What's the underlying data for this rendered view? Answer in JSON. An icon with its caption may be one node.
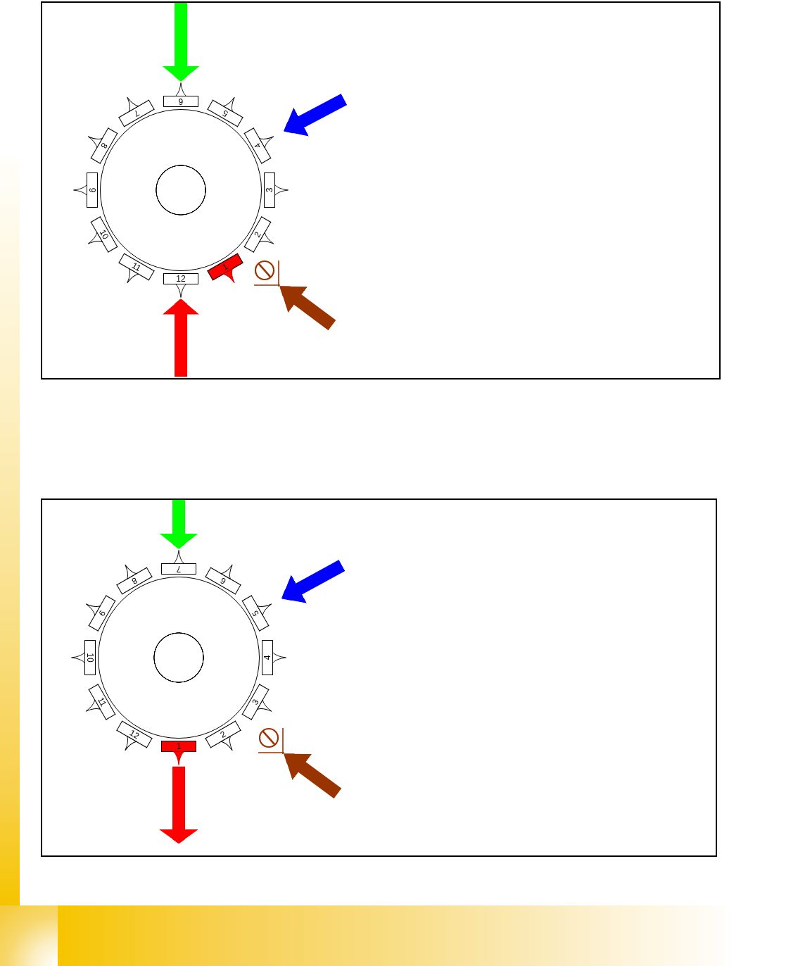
{
  "diagram": {
    "nodes": [
      {
        "text": [],
        "shape": "box"
      },
      {
        "text": [
          "1"
        ],
        "in": 0
      },
      {
        "text": [
          "2"
        ],
        "in": 0
      },
      {
        "text": [
          "3"
        ],
        "in": 0
      },
      {
        "text": [
          "4"
        ],
        "in": 0
      },
      {
        "text": [
          "5"
        ],
        "in": 0
      },
      {
        "text": [
          "6"
        ],
        "in": 0
      },
      {
        "text": [
          "7"
        ],
        "in": 0
      },
      {
        "text": [
          "8"
        ],
        "in": 0
      },
      {
        "text": [
          "9"
        ],
        "in": 0
      },
      {
        "text": [
          "10"
        ],
        "in": 0
      },
      {
        "text": [
          "11"
        ],
        "in": 0
      },
      {
        "text": [
          "12"
        ],
        "in": 0
      },
      {
        "text": [],
        "shape": "picture",
        "in": 0
      },
      {
        "text": [],
        "shape": "box"
      },
      {
        "text": [
          "1"
        ],
        "in": 14
      },
      {
        "text": [
          "2"
        ],
        "in": 14
      },
      {
        "text": [
          "3"
        ],
        "in": 14
      },
      {
        "text": [
          "4"
        ],
        "in": 14
      },
      {
        "text": [
          "5"
        ],
        "in": 14
      },
      {
        "text": [
          "6"
        ],
        "in": 14
      },
      {
        "text": [
          "7"
        ],
        "in": 14
      },
      {
        "text": [
          "8"
        ],
        "in": 14
      },
      {
        "text": [
          "9"
        ],
        "in": 14
      },
      {
        "text": [
          "10"
        ],
        "in": 14
      },
      {
        "text": [
          "11"
        ],
        "in": 14
      },
      {
        "text": [
          "12"
        ],
        "in": 14
      },
      {
        "text": [],
        "shape": "picture",
        "in": 14
      },
      {
        "text": [],
        "shape": "bar"
      },
      {
        "text": [],
        "shape": "bar"
      }
    ],
    "edges": [
      {
        "from": null,
        "to": 6,
        "arrow": "to",
        "color": "#00ff00"
      },
      {
        "from": null,
        "to": 4,
        "arrow": "to",
        "color": "#0000ff"
      },
      {
        "from": null,
        "to": 13,
        "arrow": "to",
        "color": "#993300"
      },
      {
        "from": null,
        "to": 12,
        "arrow": "to",
        "color": "#ff0000"
      },
      {
        "from": null,
        "to": 21,
        "arrow": "to",
        "color": "#00ff00"
      },
      {
        "from": null,
        "to": 19,
        "arrow": "to",
        "color": "#0000ff"
      },
      {
        "from": null,
        "to": 27,
        "arrow": "to",
        "color": "#993300"
      },
      {
        "from": 15,
        "to": null,
        "arrow": "to",
        "color": "#ff0000"
      }
    ]
  }
}
